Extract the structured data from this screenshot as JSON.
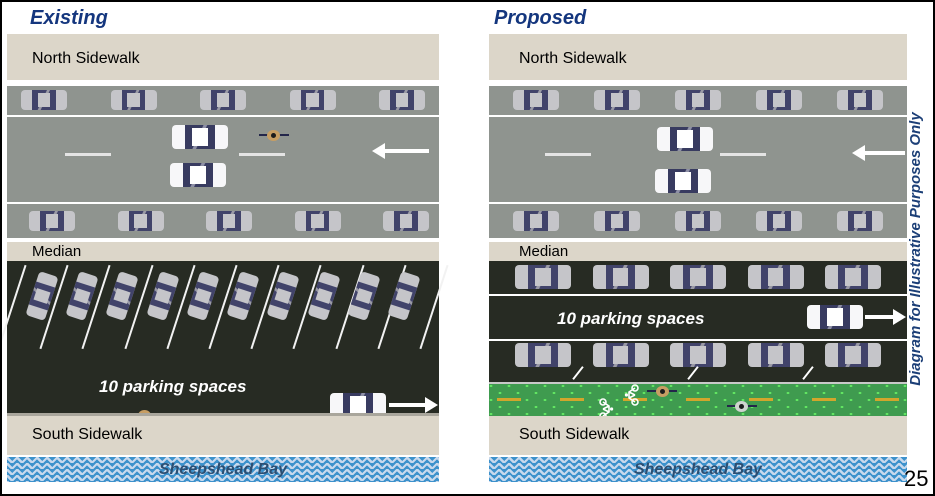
{
  "existing": {
    "title": "Existing",
    "north_sidewalk": "North Sidewalk",
    "median": "Median",
    "parking_label": "10 parking spaces",
    "south_sidewalk": "South Sidewalk",
    "bay_label": "Sheepshead Bay"
  },
  "proposed": {
    "title": "Proposed",
    "north_sidewalk": "North Sidewalk",
    "median": "Median",
    "parking_label": "10 parking spaces",
    "south_sidewalk": "South Sidewalk",
    "bay_label": "Sheepshead Bay"
  },
  "side_note": "Diagram for Illustrative Purposes Only",
  "page": {
    "number": "25"
  },
  "layout": {
    "parked_per_row": 5,
    "angled_cars": 10,
    "stall_lines": 11,
    "buffer_ticks": 3,
    "bike_dashes": 7
  },
  "colors": {
    "title_navy": "#14367e",
    "sidewalk_beige": "#dcd6c9",
    "road_gray": "#8f948f",
    "lot_dark": "#272b23",
    "bike_lane_green": "#3f9b4f",
    "bike_dot_green": "#62e562",
    "center_dash_yellow": "#d2a62c",
    "water_light_blue": "#c8d9ed",
    "wave_blue": "#3d92cc",
    "bay_text_blue": "#2b4e72"
  }
}
